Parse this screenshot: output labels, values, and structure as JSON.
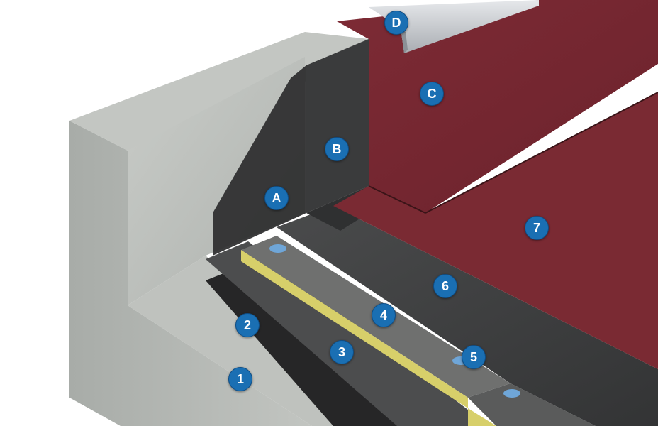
{
  "markers": {
    "m1": "1",
    "m2": "2",
    "m3": "3",
    "m4": "4",
    "m5": "5",
    "m6": "6",
    "m7": "7",
    "mA": "A",
    "mB": "B",
    "mC": "C",
    "mD": "D"
  },
  "colors": {
    "marker_fill": "#1a6fb3",
    "concrete": "#b9bcb8",
    "membrane_red": "#7a2a33",
    "membrane_dark": "#3f3f40",
    "insulation_yellow": "#d7cf6a",
    "fastener_blue": "#6fa6d8",
    "metal_profile": "#c9ccd0"
  }
}
